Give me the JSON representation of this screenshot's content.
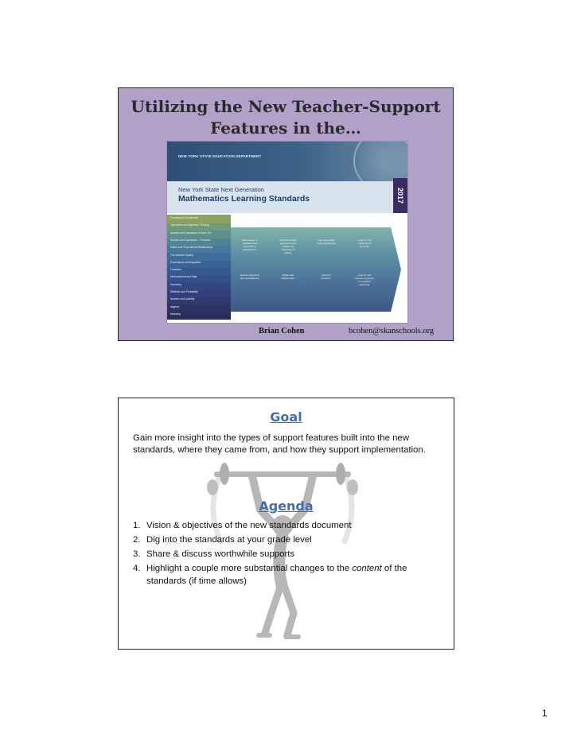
{
  "slide1": {
    "title_line1": "Utilizing the New Teacher-Support",
    "title_line2": "Features in the…",
    "cover": {
      "department": "NEW YORK STATE EDUCATION DEPARTMENT",
      "subtitle": "New York State Next Generation",
      "main_title": "Mathematics Learning Standards",
      "year": "2017",
      "row_labels": [
        "Counting and Cardinality",
        "Operations and Algebraic Thinking",
        "Number and Operations in Base Ten",
        "Number and Operations – Fractions",
        "Ratios and Proportional Relationships",
        "The Number System",
        "Expressions and Equations",
        "Functions",
        "Measurement and Data",
        "Geometry",
        "Statistics and Probability",
        "Number and Quantity",
        "Algebra",
        "Modeling"
      ],
      "practices_top": [
        "Make sense of problems and persevere in solving them.",
        "Construct viable arguments and critique the reasoning of others.",
        "Use appropriate tools strategically.",
        "Look for and make use of structure."
      ],
      "practices_bottom": [
        "Reason abstractly and quantitatively.",
        "Model with mathematics.",
        "Attend to precision.",
        "Look for and express regularity in repeated reasoning."
      ]
    },
    "author": "Brian Cohen",
    "email": "bcohen@skanschools.org"
  },
  "slide2": {
    "goal_heading": "Goal",
    "goal_text": "Gain more insight into the types of support features built into the new standards, where they came from, and how they support implementation.",
    "agenda_heading": "Agenda",
    "agenda_items": [
      {
        "num": "1.",
        "text": "Vision & objectives of the new standards document"
      },
      {
        "num": "2.",
        "text": "Dig into the standards at your grade level"
      },
      {
        "num": "3.",
        "text": "Share & discuss worthwhile supports"
      },
      {
        "num": "4.",
        "text_before": "Highlight a couple more substantial changes to the ",
        "text_emph": "content",
        "text_after": " of the standards (if time allows)"
      }
    ]
  },
  "page_number": "1"
}
